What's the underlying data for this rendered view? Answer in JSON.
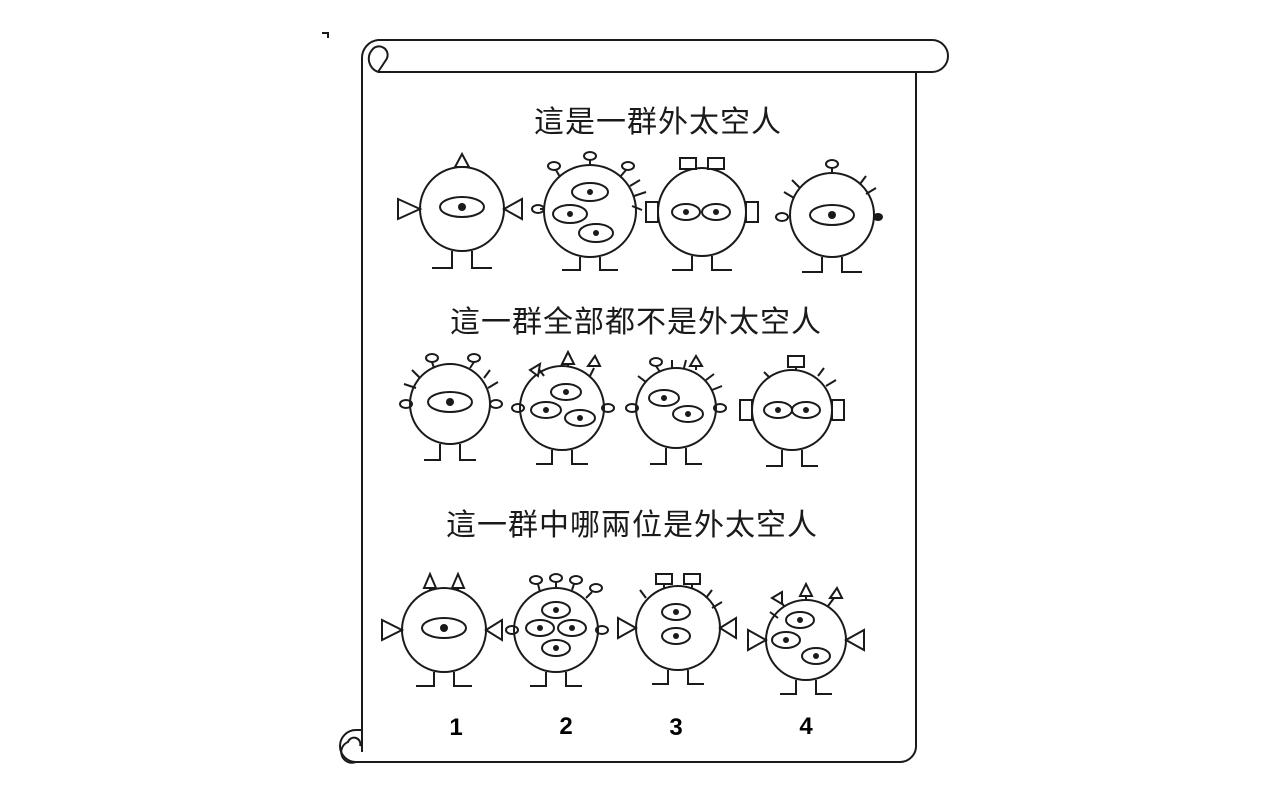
{
  "titles": {
    "row1": "這是一群外太空人",
    "row2": "這一群全部都不是外太空人",
    "row3": "這一群中哪兩位是外太空人"
  },
  "labels": [
    "1",
    "2",
    "3",
    "4"
  ],
  "colors": {
    "ink": "#1a1a1a",
    "paper": "#ffffff"
  }
}
